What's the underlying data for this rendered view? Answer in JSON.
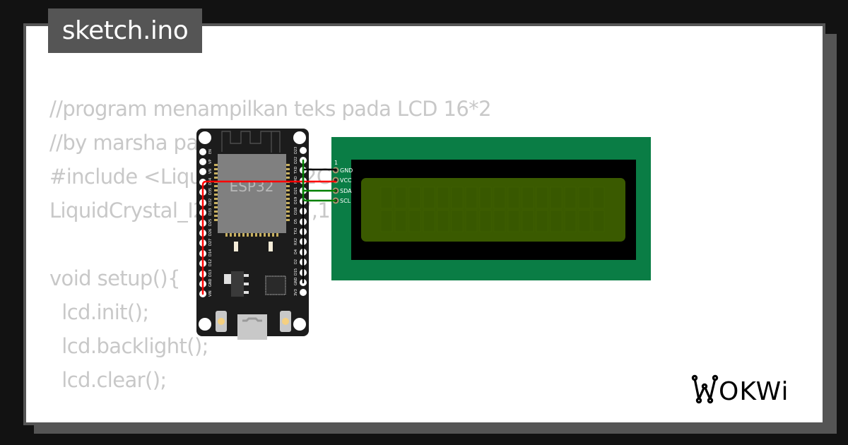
{
  "file_tab": {
    "label": "sketch.ino"
  },
  "code_lines": [
    "//program menampilkan teks pada LCD 16*2",
    "//by marsha pacarnya goj",
    "#include <LiquidCrystal_I2C.h>",
    "LiquidCrystal_I2C lcd(0x27,16,2);",
    "",
    "void setup(){",
    "  lcd.init();",
    "  lcd.backlight();",
    "  lcd.clear();",
    "",
    "}"
  ],
  "esp32": {
    "label": "ESP32",
    "left_pins": [
      "EN",
      "VP",
      "VN",
      "D34",
      "D35",
      "D32",
      "D33",
      "D25",
      "D26",
      "D27",
      "D14",
      "D12",
      "D13",
      "GND",
      "VIN"
    ],
    "right_pins": [
      "D23",
      "D22",
      "TXD",
      "RXD",
      "D21",
      "D19",
      "D18",
      "D5",
      "TX2",
      "RX2",
      "D4",
      "D2",
      "D15",
      "GND",
      "3V3"
    ]
  },
  "lcd": {
    "pin_index_label": "1",
    "pins": [
      "GND",
      "VCC",
      "SDA",
      "SCL"
    ],
    "columns": 16,
    "rows": 2
  },
  "wires": [
    {
      "from": "ESP32.GND",
      "to": "LCD.GND",
      "color": "#000000"
    },
    {
      "from": "ESP32.VIN",
      "to": "LCD.VCC",
      "color": "#ff0000"
    },
    {
      "from": "ESP32.D21",
      "to": "LCD.SDA",
      "color": "#008000"
    },
    {
      "from": "ESP32.D22",
      "to": "LCD.SCL",
      "color": "#008000"
    }
  ],
  "brand": {
    "logo_text": "WOKWi"
  },
  "colors": {
    "background": "#121212",
    "frame": "#555555",
    "pcb_green": "#0a7d45",
    "lcd_screen": "#3a5a00",
    "code_text": "#c8c8c8"
  }
}
